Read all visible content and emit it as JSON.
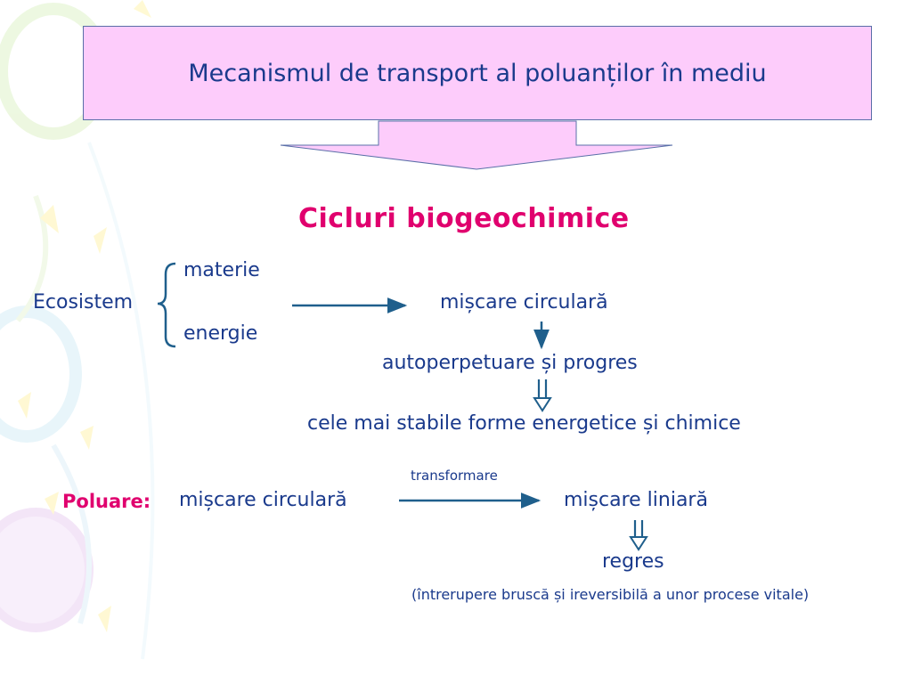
{
  "title": "Mecanismul de transport al poluanților în mediu",
  "heading": "Cicluri biogeochimice",
  "ecosystem": {
    "label": "Ecosistem",
    "branch_top": "materie",
    "branch_bottom": "energie"
  },
  "cycle": {
    "result": "mișcare circulară",
    "step_2": "autoperpetuare și progres",
    "step_3": "cele mai stabile forme energetice și chimice"
  },
  "pollution": {
    "label": "Poluare:",
    "from": "mișcare circulară",
    "arrow_label": "transformare",
    "to": "mișcare liniară",
    "result": "regres",
    "note": "(întrerupere bruscă și ireversibilă a unor procese vitale)"
  },
  "colors": {
    "text": "#1a3a8c",
    "accent": "#e0006e",
    "title_fill": "#fdccfb",
    "funnel_fill": "#fdccfb"
  }
}
